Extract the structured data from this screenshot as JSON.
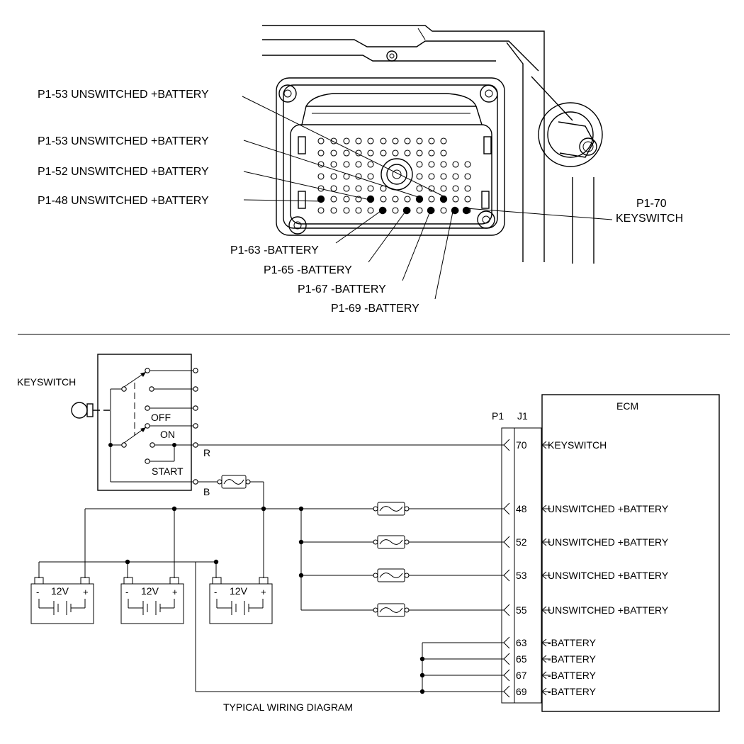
{
  "connector_view": {
    "callouts_left": [
      "P1-53 UNSWITCHED +BATTERY",
      "P1-53 UNSWITCHED +BATTERY",
      "P1-52 UNSWITCHED +BATTERY",
      "P1-48 UNSWITCHED +BATTERY"
    ],
    "callouts_bottom": [
      "P1-63 -BATTERY",
      "P1-65 -BATTERY",
      "P1-67 -BATTERY",
      "P1-69 -BATTERY"
    ],
    "callout_right_pin": "P1-70",
    "callout_right_name": "KEYSWITCH"
  },
  "schematic": {
    "keyswitch_label": "KEYSWITCH",
    "switch_positions": {
      "off": "OFF",
      "on": "ON",
      "start": "START"
    },
    "wire_r": "R",
    "wire_b": "B",
    "battery_voltage": "12V",
    "battery_neg": "-",
    "battery_pos": "+",
    "connector_p1": "P1",
    "connector_j1": "J1",
    "ecm_label": "ECM",
    "ecm_pins": [
      {
        "num": "70",
        "name": "KEYSWITCH"
      },
      {
        "num": "48",
        "name": "UNSWITCHED +BATTERY"
      },
      {
        "num": "52",
        "name": "UNSWITCHED +BATTERY"
      },
      {
        "num": "53",
        "name": "UNSWITCHED +BATTERY"
      },
      {
        "num": "55",
        "name": "UNSWITCHED +BATTERY"
      },
      {
        "num": "63",
        "name": "-BATTERY"
      },
      {
        "num": "65",
        "name": "-BATTERY"
      },
      {
        "num": "67",
        "name": "-BATTERY"
      },
      {
        "num": "69",
        "name": "-BATTERY"
      }
    ],
    "caption": "TYPICAL WIRING DIAGRAM"
  }
}
